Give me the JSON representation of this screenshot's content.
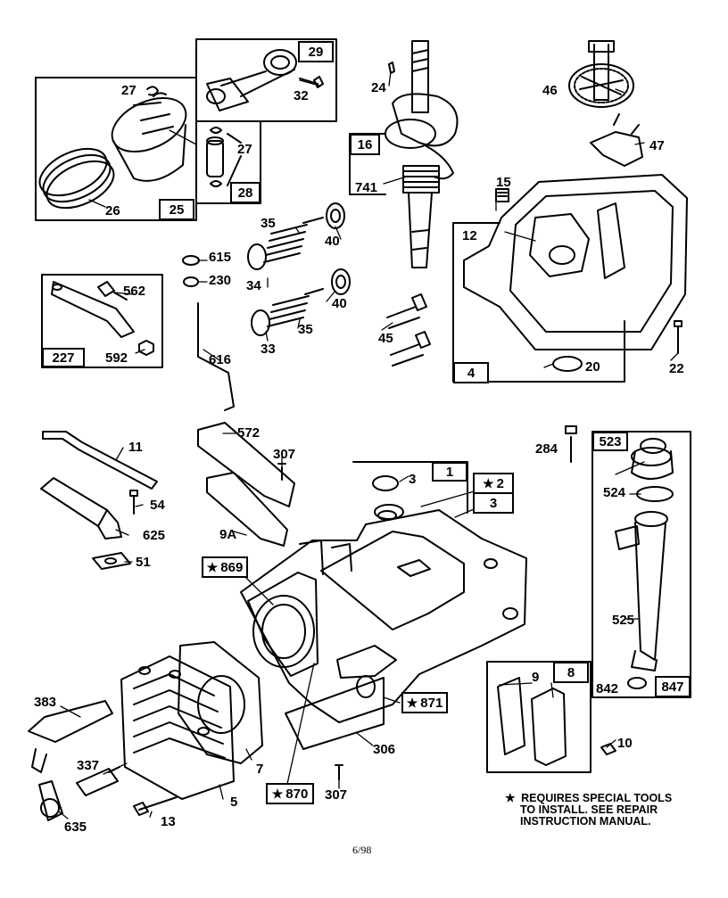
{
  "labels": {
    "l27a": "27",
    "l26": "26",
    "l32": "32",
    "l27b": "27",
    "l24": "24",
    "l46": "46",
    "l47": "47",
    "l741": "741",
    "l15": "15",
    "l35a": "35",
    "l40a": "40",
    "l12": "12",
    "l615": "615",
    "l230": "230",
    "l34": "34",
    "l562": "562",
    "l592": "592",
    "l40b": "40",
    "l35b": "35",
    "l33": "33",
    "l45": "45",
    "l20": "20",
    "l22": "22",
    "l616": "616",
    "l11": "11",
    "l572": "572",
    "l307a": "307",
    "l284": "284",
    "l3a": "3",
    "l54": "54",
    "l625": "625",
    "l51": "51",
    "l9a": "9A",
    "l3b": "3",
    "l524": "524",
    "l525": "525",
    "l383": "383",
    "l9": "9",
    "l842": "842",
    "l337": "337",
    "l7": "7",
    "l306": "306",
    "l10": "10",
    "l5": "5",
    "l635": "635",
    "l13": "13",
    "l307b": "307"
  },
  "boxes": {
    "b29": "29",
    "b25": "25",
    "b28": "28",
    "b16": "16",
    "b227": "227",
    "b4": "4",
    "b1": "1",
    "b2": "2",
    "b523": "523",
    "b869": "869",
    "b8": "8",
    "b847": "847",
    "b871": "871",
    "b870": "870"
  },
  "note": {
    "line1": "REQUIRES SPECIAL TOOLS",
    "line2": "TO INSTALL.  SEE REPAIR",
    "line3": "INSTRUCTION MANUAL."
  },
  "footer": "6/98"
}
